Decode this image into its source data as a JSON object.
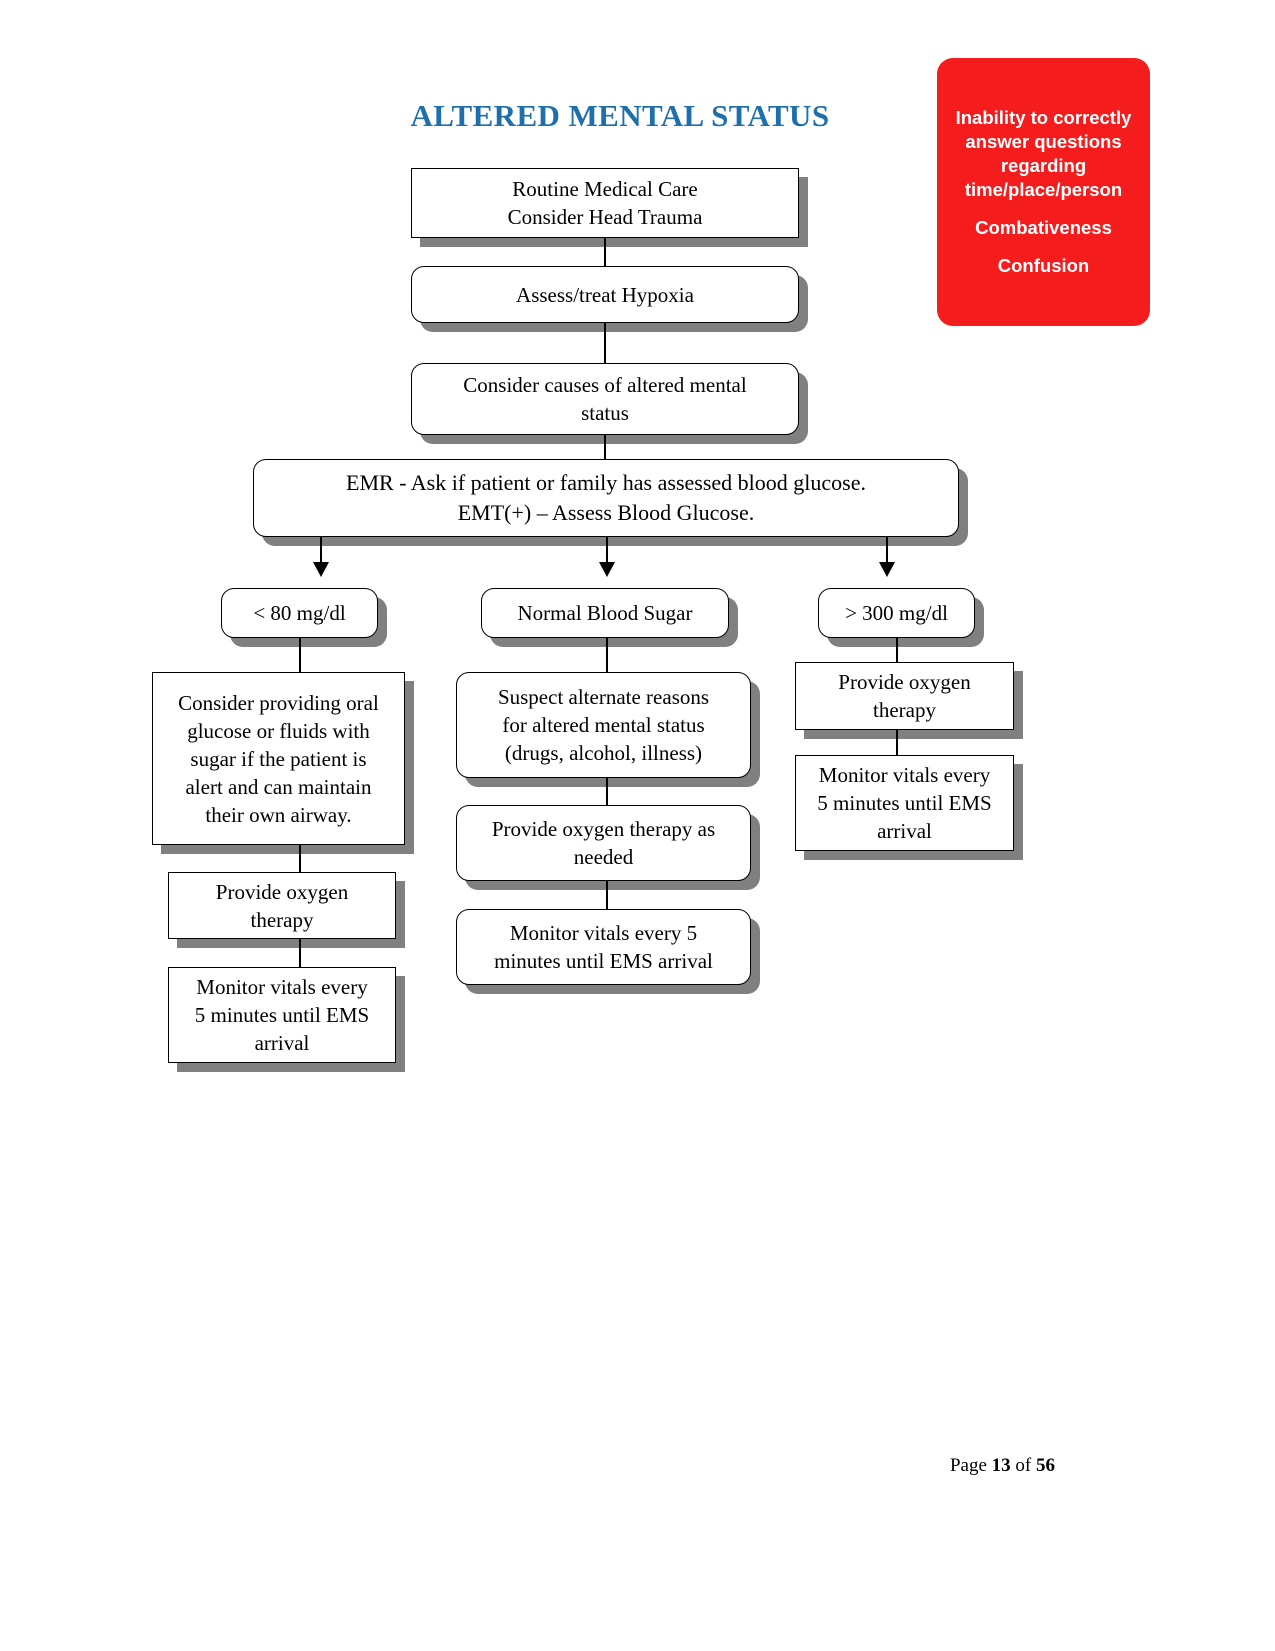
{
  "document": {
    "title": "ALTERED MENTAL STATUS",
    "footer": {
      "prefix": "Page ",
      "page_number": "13",
      "middle": " of ",
      "total_pages": "56"
    }
  },
  "callout": {
    "name": "symptoms-callout",
    "background_color": "#F41C1C",
    "text_color": "#FFFFFF",
    "lines": [
      "Inability to correctly",
      "answer questions",
      "regarding",
      "time/place/person"
    ],
    "items": [
      "Combativeness",
      "Confusion"
    ]
  },
  "flow": {
    "nodes": {
      "routine_medical_care": "Routine Medical Care\nConsider Head Trauma",
      "assess_hypoxia": "Assess/treat Hypoxia",
      "consider_causes": "Consider causes of altered mental\nstatus",
      "glucose_assessment": "EMR - Ask if patient or family has assessed blood glucose.\nEMT(+) – Assess Blood Glucose.",
      "branch_low": "< 80 mg/dl",
      "branch_normal": "Normal Blood Sugar",
      "branch_high": "> 300 mg/dl",
      "low_oral_glucose": "Consider providing oral\nglucose or fluids with\nsugar if the patient is\nalert and can maintain\ntheir own airway.",
      "low_oxygen": "Provide oxygen\ntherapy",
      "low_monitor": "Monitor vitals every\n5 minutes until EMS\narrival",
      "normal_suspect": "Suspect alternate reasons\nfor altered mental status\n(drugs, alcohol, illness)",
      "normal_oxygen": "Provide oxygen therapy as\nneeded",
      "normal_monitor": "Monitor vitals every 5\nminutes until EMS arrival",
      "high_oxygen": "Provide oxygen\ntherapy",
      "high_monitor": "Monitor vitals every\n5 minutes until EMS\narrival"
    }
  },
  "colors": {
    "title_blue": "#1F6FAD",
    "shadow_gray": "#808080",
    "alert_red": "#F41C1C",
    "outline_black": "#000000"
  }
}
